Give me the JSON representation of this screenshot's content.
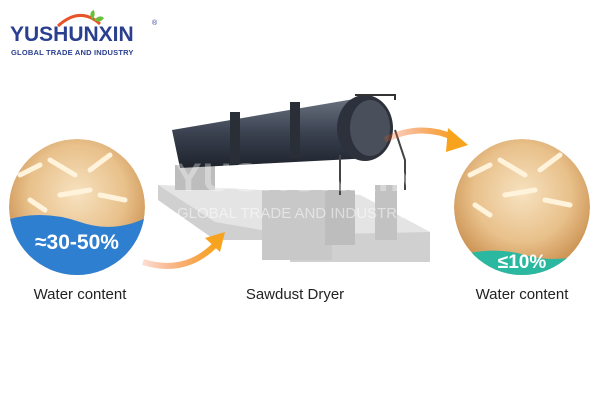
{
  "logo": {
    "name": "YUSHUNXIN",
    "registered": "®",
    "tagline": "GLOBAL TRADE AND INDUSTRY"
  },
  "watermark": {
    "name": "YUSHUNXIN",
    "tagline": "GLOBAL TRADE AND INDUSTRY"
  },
  "input": {
    "value": "≈30-50%",
    "label": "Water content",
    "color": "#2f7fd0"
  },
  "machine": {
    "label": "Sawdust Dryer"
  },
  "output": {
    "value": "≤10%",
    "label": "Water content",
    "color": "#2bb8a0"
  },
  "arrow_color": "#f39a1e"
}
